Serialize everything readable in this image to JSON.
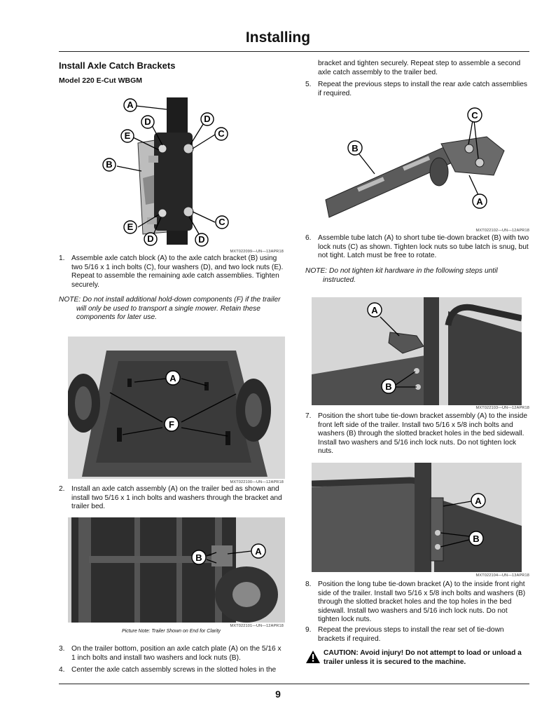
{
  "page": {
    "title": "Installing",
    "page_number": "9"
  },
  "left": {
    "heading": "Install Axle Catch Brackets",
    "model": "Model 220 E-Cut WBGM",
    "fig1_caption": "MXT022099—UN—13APR18",
    "step1_num": "1.",
    "step1": "Assemble axle catch block (A) to the axle catch bracket (B) using two 5/16 x 1 inch bolts (C), four washers (D), and two lock nuts (E). Repeat to assemble the remaining axle catch assemblies. Tighten securely.",
    "note1": "NOTE: Do not install additional hold-down components (F) if the trailer will only be used to transport a single mower. Retain these components for later use.",
    "fig2_caption": "MXT022100—UN—12APR18",
    "step2_num": "2.",
    "step2": "Install an axle catch assembly (A) on the trailer bed as shown and install two 5/16 x 1 inch bolts and washers through the bracket and trailer bed.",
    "fig3_caption": "MXT022101—UN—12APR18",
    "fig3_note": "Picture Note: Trailer Shown on End for Clarity",
    "step3_num": "3.",
    "step3": "On the trailer bottom, position an axle catch plate (A) on the 5/16 x 1 inch bolts and install two washers and lock nuts (B).",
    "step4_num": "4.",
    "step4": "Center the axle catch assembly screws in the slotted holes in the"
  },
  "right": {
    "step4_cont": "bracket and tighten securely. Repeat step to assemble a second axle catch assembly to the trailer bed.",
    "step5_num": "5.",
    "step5": "Repeat the previous steps to install the rear axle catch assemblies if required.",
    "fig4_caption": "MXT022102—UN—12APR18",
    "step6_num": "6.",
    "step6": "Assemble tube latch (A) to short tube tie-down bracket (B) with two lock nuts (C) as shown. Tighten lock nuts so tube latch is snug, but not tight. Latch must be free to rotate.",
    "note2": "NOTE: Do not tighten kit hardware in the following steps until instructed.",
    "fig5_caption": "MXT022103—UN—12APR18",
    "step7_num": "7.",
    "step7": "Position the short tube tie-down bracket assembly (A) to the inside front left side of the trailer. Install two 5/16 x 5/8 inch bolts and washers (B) through the slotted bracket holes in the bed sidewall. Install two washers and 5/16 inch lock nuts. Do not tighten lock nuts.",
    "fig6_caption": "MXT022104—UN—13APR18",
    "step8_num": "8.",
    "step8": "Position the long tube tie-down bracket (A) to the inside front right side of the trailer. Install two 5/16 x 5/8 inch bolts and washers (B) through the slotted bracket holes and the top holes in the bed sidewall. Install two washers and 5/16 inch lock nuts. Do not tighten lock nuts.",
    "step9_num": "9.",
    "step9": "Repeat the previous steps to install the rear set of tie-down brackets if required.",
    "caution": "CAUTION: Avoid injury! Do not attempt to load or unload a trailer unless it is secured to the machine."
  },
  "labels": {
    "A": "A",
    "B": "B",
    "C": "C",
    "D": "D",
    "E": "E",
    "F": "F"
  },
  "icons": {
    "warning": "warning-triangle-icon"
  }
}
